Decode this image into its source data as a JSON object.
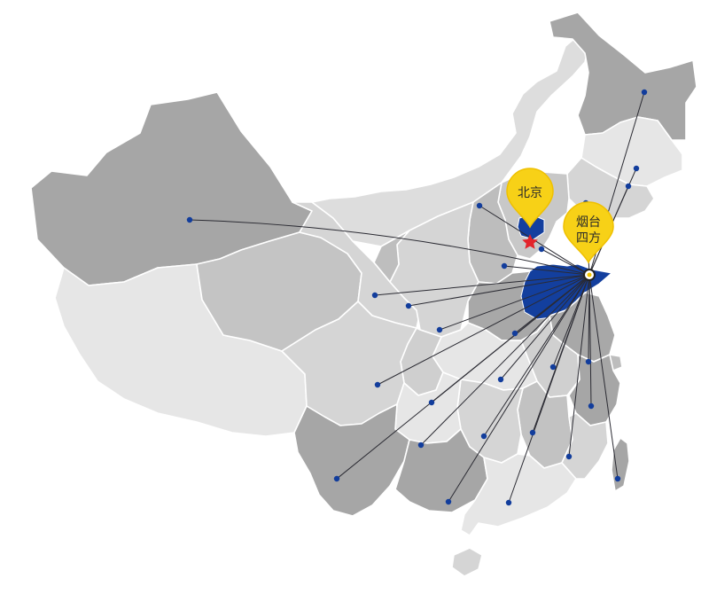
{
  "map": {
    "colors": {
      "dark": "#a6a6a6",
      "mid": "#bebebe",
      "light": "#d5d5d5",
      "pale": "#e6e6e6",
      "highlight": "#133f9e",
      "pin": "#f7d117",
      "pin_ring": "#efc000",
      "dot": "#123d9c",
      "star": "#e3242b"
    },
    "markers": {
      "capital": {
        "label": "北京",
        "icon": "red-star-icon"
      },
      "hub": {
        "label_line1": "烟台",
        "label_line2": "四方",
        "icon": "ring-icon"
      }
    }
  }
}
